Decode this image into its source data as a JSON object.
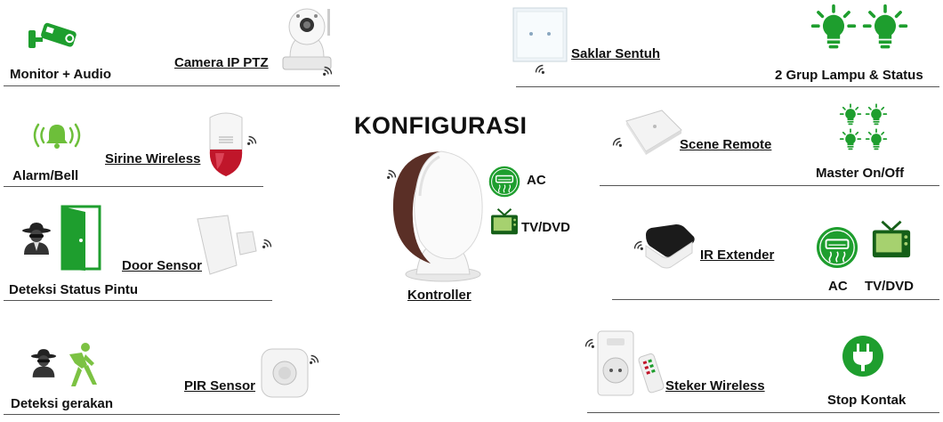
{
  "colors": {
    "green": "#1e9e2e",
    "dark_green": "#155f18",
    "brown": "#5a2f26",
    "red": "#c0162a",
    "line": "#555555"
  },
  "title": "KONFIGURASI",
  "center": {
    "label": "Kontroller",
    "ac": "AC",
    "tv": "TV/DVD"
  },
  "left": {
    "monitor_audio": "Monitor + Audio",
    "camera": "Camera IP PTZ",
    "alarm": "Alarm/Bell",
    "sirine": "Sirine Wireless",
    "door_status": "Deteksi Status Pintu",
    "door_sensor": "Door Sensor",
    "motion": "Deteksi gerakan",
    "pir": "PIR Sensor"
  },
  "right": {
    "saklar": "Saklar Sentuh",
    "lamp_group": "2 Grup Lampu & Status",
    "scene": "Scene Remote",
    "master": "Master On/Off",
    "ir": "IR Extender",
    "ac": "AC",
    "tv": "TV/DVD",
    "steker": "Steker Wireless",
    "stop": "Stop Kontak"
  },
  "icons": {
    "cctv": "cctv-camera-icon",
    "ptz": "ptz-camera-icon",
    "bell": "alarm-bell-icon",
    "siren": "wireless-siren-icon",
    "spy": "spy-icon",
    "door": "open-door-icon",
    "door_sensor": "door-sensor-icon",
    "person": "walking-person-icon",
    "pir": "pir-sensor-icon",
    "switch": "touch-switch-icon",
    "bulb": "light-bulb-icon",
    "scene_remote": "scene-remote-icon",
    "ir_extender": "ir-extender-icon",
    "ac": "air-conditioner-icon",
    "tv": "tv-icon",
    "plug": "wireless-plug-icon",
    "outlet": "power-outlet-icon",
    "controller": "controller-hub-icon",
    "wifi": "wireless-signal-icon"
  }
}
